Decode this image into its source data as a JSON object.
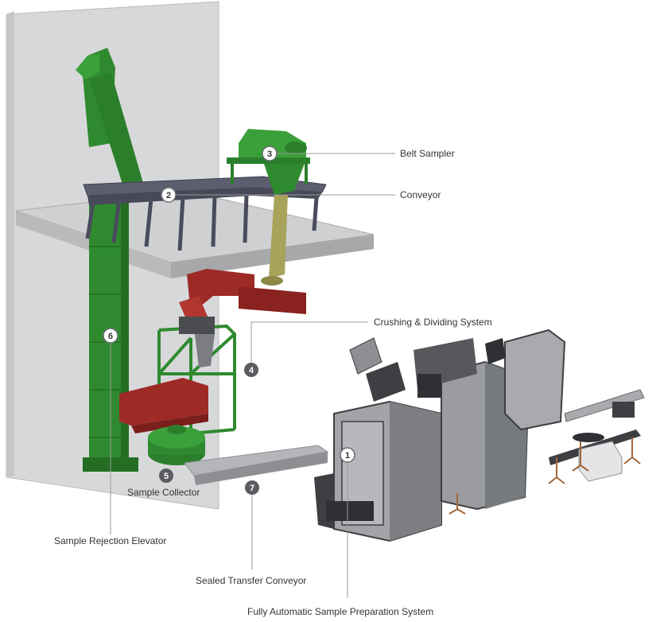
{
  "labels": {
    "belt_sampler": "Belt Sampler",
    "conveyor": "Conveyor",
    "crushing_dividing": "Crushing & Dividing System",
    "sample_collector": "Sample Collector",
    "sample_rejection_elevator": "Sample Rejection Elevator",
    "sealed_transfer_conveyor": "Sealed Transfer Conveyor",
    "fully_automatic_system": "Fully Automatic Sample Preparation System"
  },
  "markers": {
    "m1": "1",
    "m2": "2",
    "m3": "3",
    "m4": "4",
    "m5": "5",
    "m6": "6",
    "m7": "7"
  },
  "colors": {
    "wall": "#d7d8da",
    "platform": "#cfd0d2",
    "green": "#2f8a2f",
    "red": "#9e2a26",
    "olive": "#a7a35a",
    "grey_machine": "#9a9c9f",
    "dark": "#3d3f42",
    "leader": "#9a9a9a"
  }
}
